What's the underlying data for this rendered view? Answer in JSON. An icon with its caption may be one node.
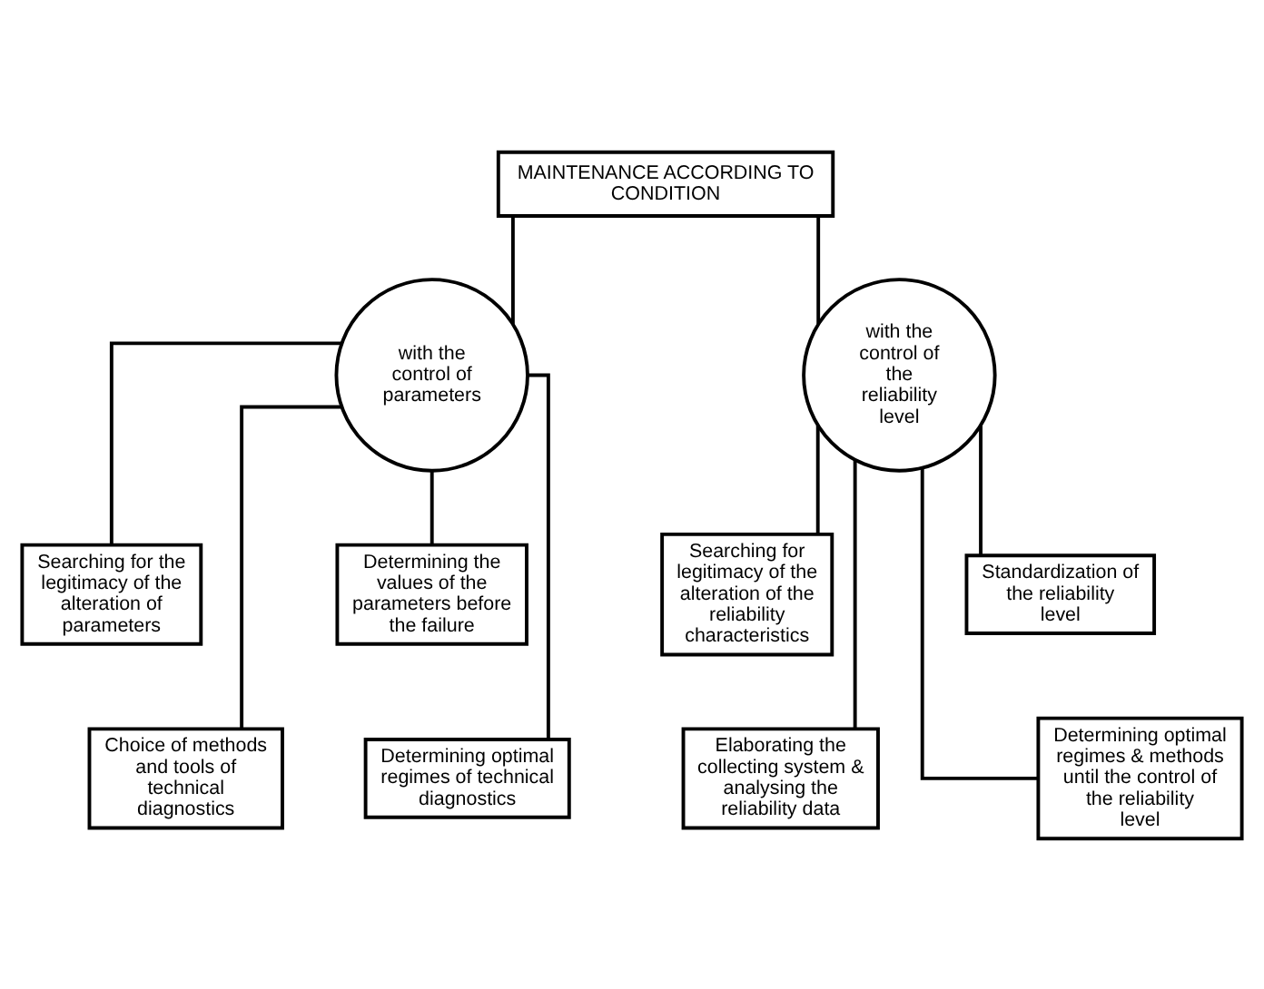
{
  "diagram": {
    "nodes": [
      {
        "text": [
          "MAINTENANCE ACCORDING TO CONDITION"
        ]
      },
      {
        "text": [
          "with the control of parameters"
        ]
      },
      {
        "text": [
          "with the control of the reliability level"
        ]
      },
      {
        "text": [
          "Searching for the legitimacy of the alteration of parameters"
        ]
      },
      {
        "text": [
          "Determining the values of the parameters before the failure"
        ]
      },
      {
        "text": [
          "Searching for legitimacy of the alteration of the reliability characteristics"
        ]
      },
      {
        "text": [
          "Standardization of the reliability level"
        ]
      },
      {
        "text": [
          "Choice of methods and tools of technical diagnostics"
        ]
      },
      {
        "text": [
          "Determining optimal regimes of technical diagnostics"
        ]
      },
      {
        "text": [
          "Elaborating the collecting system & analysing the reliability data"
        ]
      },
      {
        "text": [
          "Determining optimal regimes & methods until the control of the reliability level"
        ]
      }
    ],
    "edges": [
      {
        "from": 0,
        "to": 1,
        "arrow": "none"
      },
      {
        "from": 0,
        "to": 2,
        "arrow": "none"
      },
      {
        "from": 1,
        "to": 3,
        "arrow": "none"
      },
      {
        "from": 1,
        "to": 4,
        "arrow": "none"
      },
      {
        "from": 2,
        "to": 5,
        "arrow": "none"
      },
      {
        "from": 2,
        "to": 6,
        "arrow": "none"
      },
      {
        "from": 1,
        "to": 7,
        "arrow": "none"
      },
      {
        "from": 1,
        "to": 8,
        "arrow": "none"
      },
      {
        "from": 2,
        "to": 9,
        "arrow": "none"
      },
      {
        "from": 2,
        "to": 10,
        "arrow": "none"
      }
    ]
  }
}
